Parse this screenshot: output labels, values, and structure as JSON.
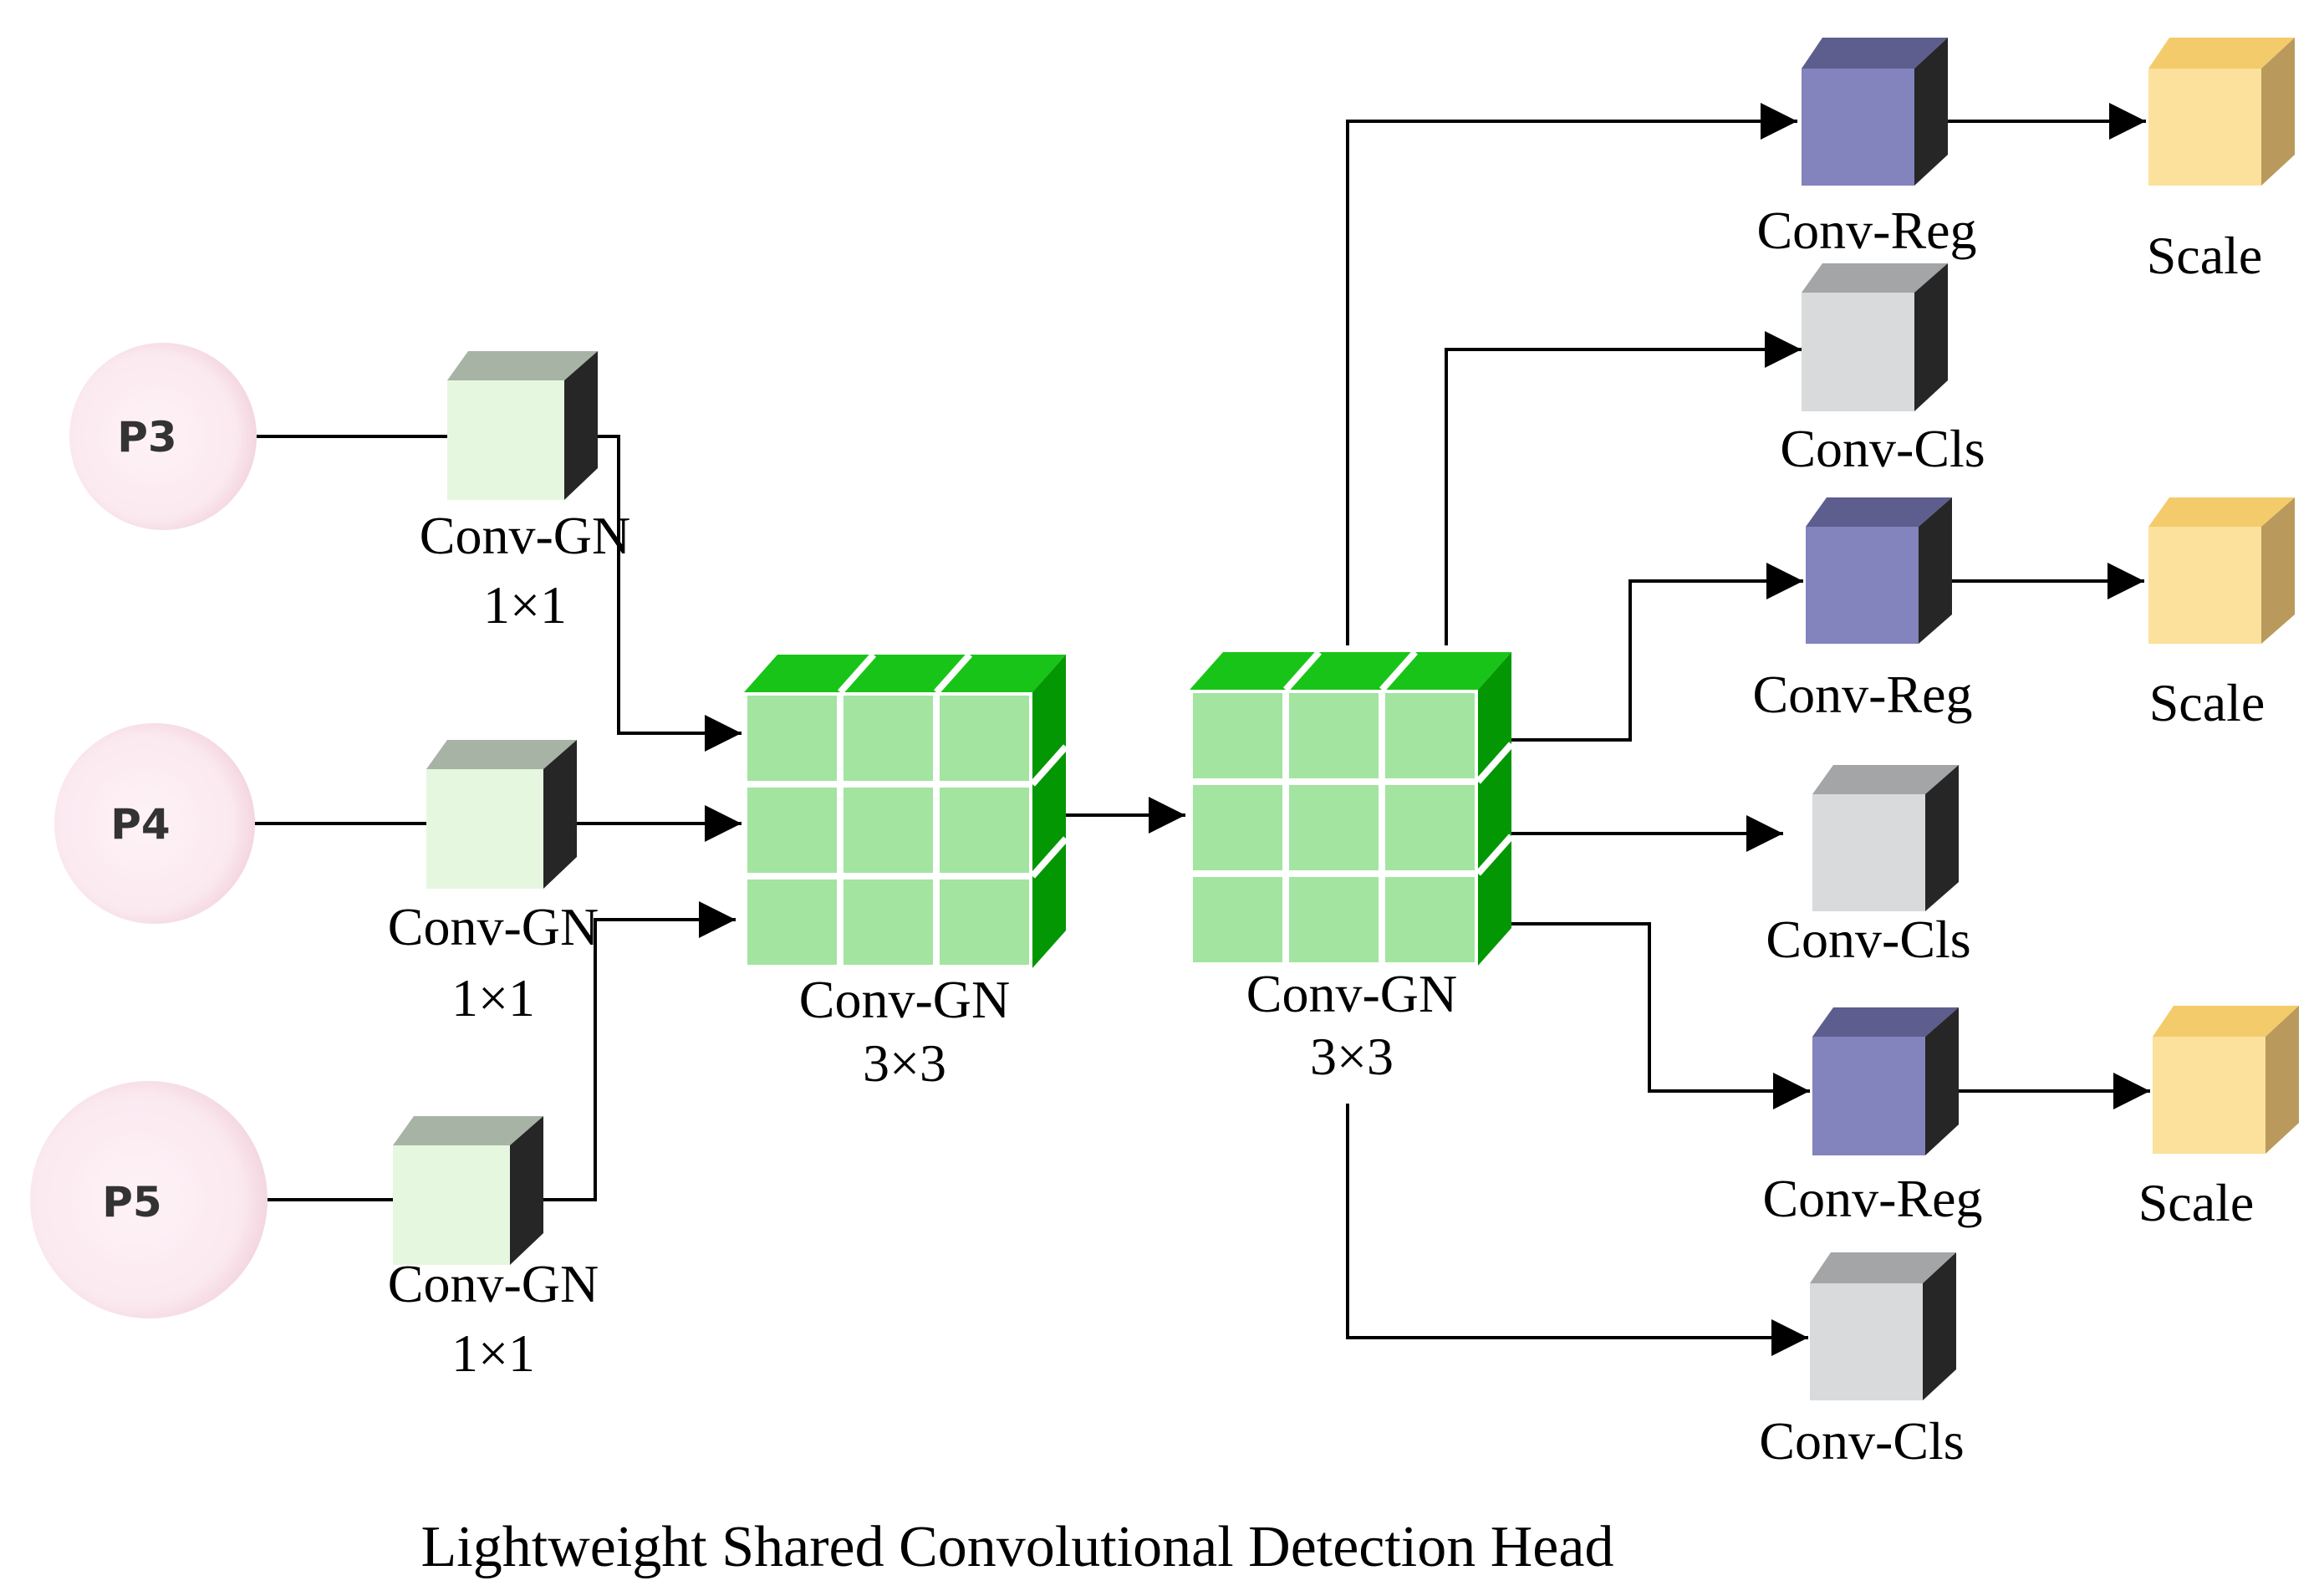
{
  "inputs": [
    {
      "label": "P3"
    },
    {
      "label": "P4"
    },
    {
      "label": "P5"
    }
  ],
  "conv1x1": [
    {
      "name": "Conv-GN",
      "kernel": "1×1"
    },
    {
      "name": "Conv-GN",
      "kernel": "1×1"
    },
    {
      "name": "Conv-GN",
      "kernel": "1×1"
    }
  ],
  "shared_conv": [
    {
      "name": "Conv-GN",
      "kernel": "3×3"
    },
    {
      "name": "Conv-GN",
      "kernel": "3×3"
    }
  ],
  "heads": [
    {
      "reg": "Conv-Reg",
      "scale": "Scale",
      "cls": "Conv-Cls"
    },
    {
      "reg": "Conv-Reg",
      "scale": "Scale",
      "cls": "Conv-Cls"
    },
    {
      "reg": "Conv-Reg",
      "scale": "Scale",
      "cls": "Conv-Cls"
    }
  ],
  "caption": "Lightweight Shared Convolutional Detection Head",
  "colors": {
    "input_circle": "#fdeef3",
    "conv1x1_front": "#e6f7df",
    "conv1x1_top": "#a7b3a4",
    "conv3x3_front": "#a3e4a0",
    "conv3x3_top": "#19c419",
    "conv3x3_side": "#049704",
    "reg_front": "#8383bd",
    "reg_top": "#5d5d8e",
    "cls_front": "#d8dadc",
    "cls_top": "#a3a5a6",
    "scale_front": "#fce19c",
    "scale_top": "#f4cb6a",
    "scale_side": "#b99a5c",
    "dark_side": "#262626"
  }
}
